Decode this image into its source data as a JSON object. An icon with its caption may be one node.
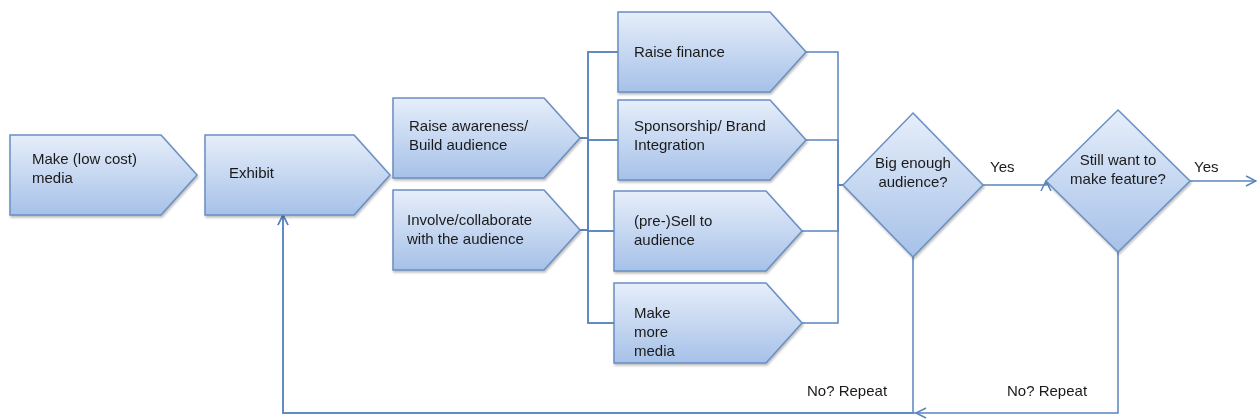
{
  "diagram": {
    "nodes": [
      {
        "text": [
          "Make (low cost) media"
        ]
      },
      {
        "text": [
          "Exhibit"
        ]
      },
      {
        "text": [
          "Raise awareness/ Build audience"
        ]
      },
      {
        "text": [
          "Involve/collaborate with the audience"
        ]
      },
      {
        "text": [
          "Raise finance"
        ]
      },
      {
        "text": [
          "Sponsorship/ Brand Integration"
        ]
      },
      {
        "text": [
          "(pre-)Sell to audience"
        ]
      },
      {
        "text": [
          "Make more media"
        ]
      },
      {
        "text": [
          "Big enough audience?"
        ]
      },
      {
        "text": [
          "Still want to make feature?"
        ]
      }
    ],
    "edges": [
      {
        "from": 2,
        "to": 4,
        "arrow": "none"
      },
      {
        "from": 2,
        "to": 5,
        "arrow": "none"
      },
      {
        "from": 2,
        "to": 6,
        "arrow": "none"
      },
      {
        "from": 2,
        "to": 7,
        "arrow": "none"
      },
      {
        "from": 3,
        "to": 4,
        "arrow": "none"
      },
      {
        "from": 3,
        "to": 5,
        "arrow": "none"
      },
      {
        "from": 3,
        "to": 6,
        "arrow": "none"
      },
      {
        "from": 3,
        "to": 7,
        "arrow": "none"
      },
      {
        "from": 4,
        "to": 8,
        "arrow": "none"
      },
      {
        "from": 5,
        "to": 8,
        "arrow": "none"
      },
      {
        "from": 6,
        "to": 8,
        "arrow": "none"
      },
      {
        "from": 7,
        "to": 8,
        "arrow": "none"
      },
      {
        "from": 8,
        "to": 9,
        "arrow": "to",
        "label": "Yes"
      },
      {
        "from": 9,
        "to": null,
        "arrow": "to",
        "label": "Yes"
      },
      {
        "from": 8,
        "to": 1,
        "arrow": "to",
        "label": "No? Repeat"
      },
      {
        "from": 9,
        "to": 1,
        "arrow": "to",
        "label": "No? Repeat"
      }
    ]
  }
}
